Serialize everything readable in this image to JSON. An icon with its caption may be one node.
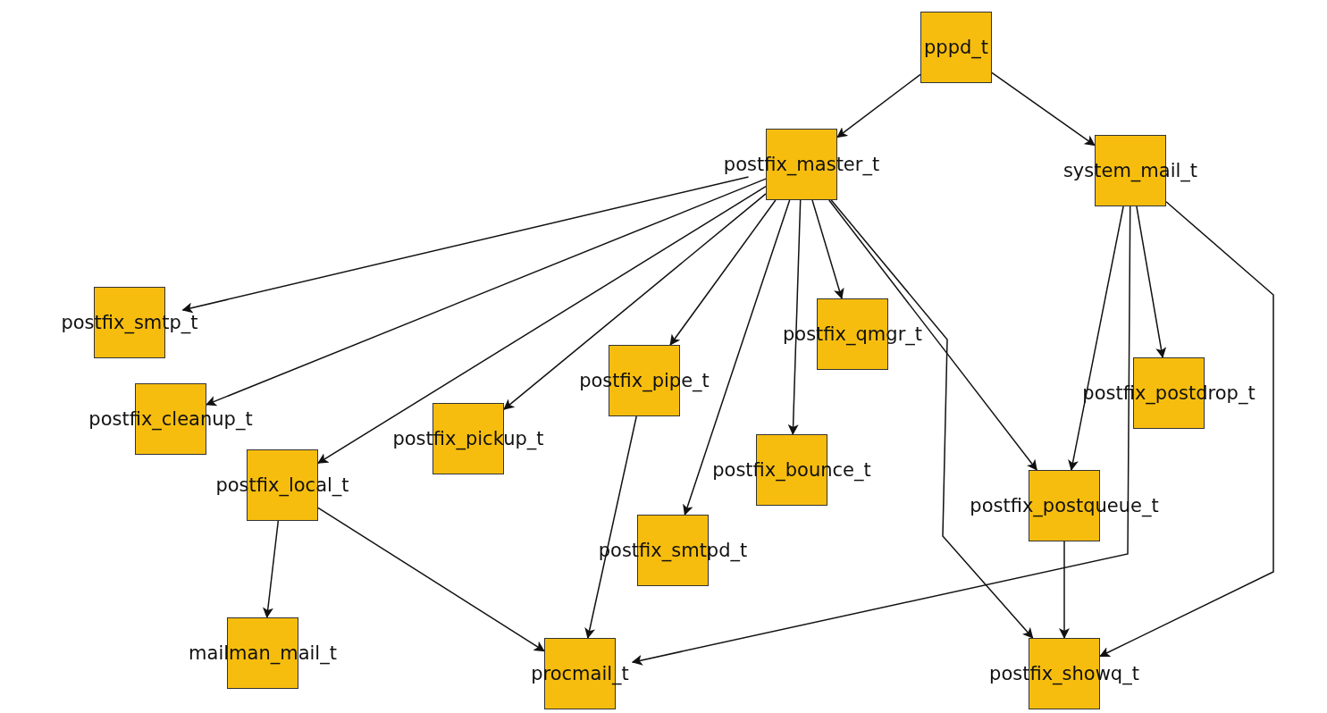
{
  "diagram": {
    "nodes": [
      {
        "text": [
          "pppd_t"
        ]
      },
      {
        "text": [
          "postfix_master_t"
        ]
      },
      {
        "text": [
          "system_mail_t"
        ]
      },
      {
        "text": [
          "postfix_smtp_t"
        ]
      },
      {
        "text": [
          "postfix_qmgr_t"
        ]
      },
      {
        "text": [
          "postfix_pipe_t"
        ]
      },
      {
        "text": [
          "postfix_postdrop_t"
        ]
      },
      {
        "text": [
          "postfix_cleanup_t"
        ]
      },
      {
        "text": [
          "postfix_pickup_t"
        ]
      },
      {
        "text": [
          "postfix_bounce_t"
        ]
      },
      {
        "text": [
          "postfix_local_t"
        ]
      },
      {
        "text": [
          "postfix_postqueue_t"
        ]
      },
      {
        "text": [
          "postfix_smtpd_t"
        ]
      },
      {
        "text": [
          "mailman_mail_t"
        ]
      },
      {
        "text": [
          "procmail_t"
        ]
      },
      {
        "text": [
          "postfix_showq_t"
        ]
      }
    ],
    "edges": [
      {
        "from": 0,
        "to": 1,
        "arrow": "to"
      },
      {
        "from": 0,
        "to": 2,
        "arrow": "to"
      },
      {
        "from": 1,
        "to": 3,
        "arrow": "to"
      },
      {
        "from": 1,
        "to": 7,
        "arrow": "to"
      },
      {
        "from": 1,
        "to": 10,
        "arrow": "to"
      },
      {
        "from": 1,
        "to": 8,
        "arrow": "to"
      },
      {
        "from": 1,
        "to": 5,
        "arrow": "to"
      },
      {
        "from": 1,
        "to": 12,
        "arrow": "to"
      },
      {
        "from": 1,
        "to": 9,
        "arrow": "to"
      },
      {
        "from": 1,
        "to": 4,
        "arrow": "to"
      },
      {
        "from": 1,
        "to": 11,
        "arrow": "to"
      },
      {
        "from": 1,
        "to": 15,
        "arrow": "to"
      },
      {
        "from": 2,
        "to": 11,
        "arrow": "to"
      },
      {
        "from": 2,
        "to": 6,
        "arrow": "to"
      },
      {
        "from": 2,
        "to": 15,
        "arrow": "to"
      },
      {
        "from": 2,
        "to": 14,
        "arrow": "to"
      },
      {
        "from": 5,
        "to": 14,
        "arrow": "to"
      },
      {
        "from": 10,
        "to": 14,
        "arrow": "to"
      },
      {
        "from": 10,
        "to": 13,
        "arrow": "to"
      },
      {
        "from": 11,
        "to": 15,
        "arrow": "to"
      }
    ]
  }
}
